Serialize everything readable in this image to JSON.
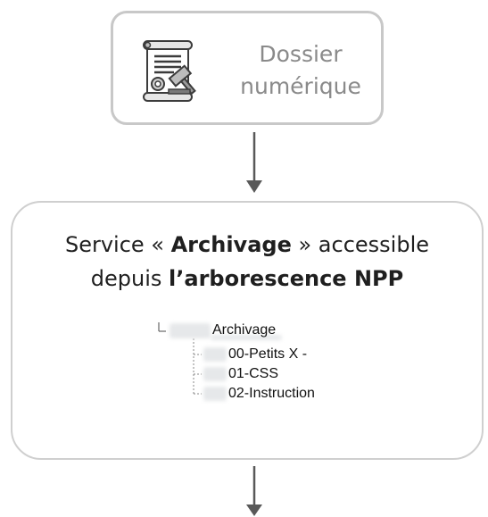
{
  "source_box": {
    "icon": "legal-document-gavel-icon",
    "title_line1": "Dossier",
    "title_line2": "numérique"
  },
  "main_box": {
    "headline_pre": "Service « ",
    "headline_bold1": "Archivage",
    "headline_mid": " » accessible",
    "headline_line2_pre": "depuis ",
    "headline_bold2": "l’arborescence NPP"
  },
  "tree": {
    "root": "Archivage",
    "children": [
      "00-Petits X -",
      "01-CSS",
      "02-Instruction"
    ]
  },
  "colors": {
    "box_border": "#c8c8c8",
    "arrow": "#595959",
    "title_gray": "#8a8a8a",
    "icon_dark": "#3c3c3c"
  }
}
